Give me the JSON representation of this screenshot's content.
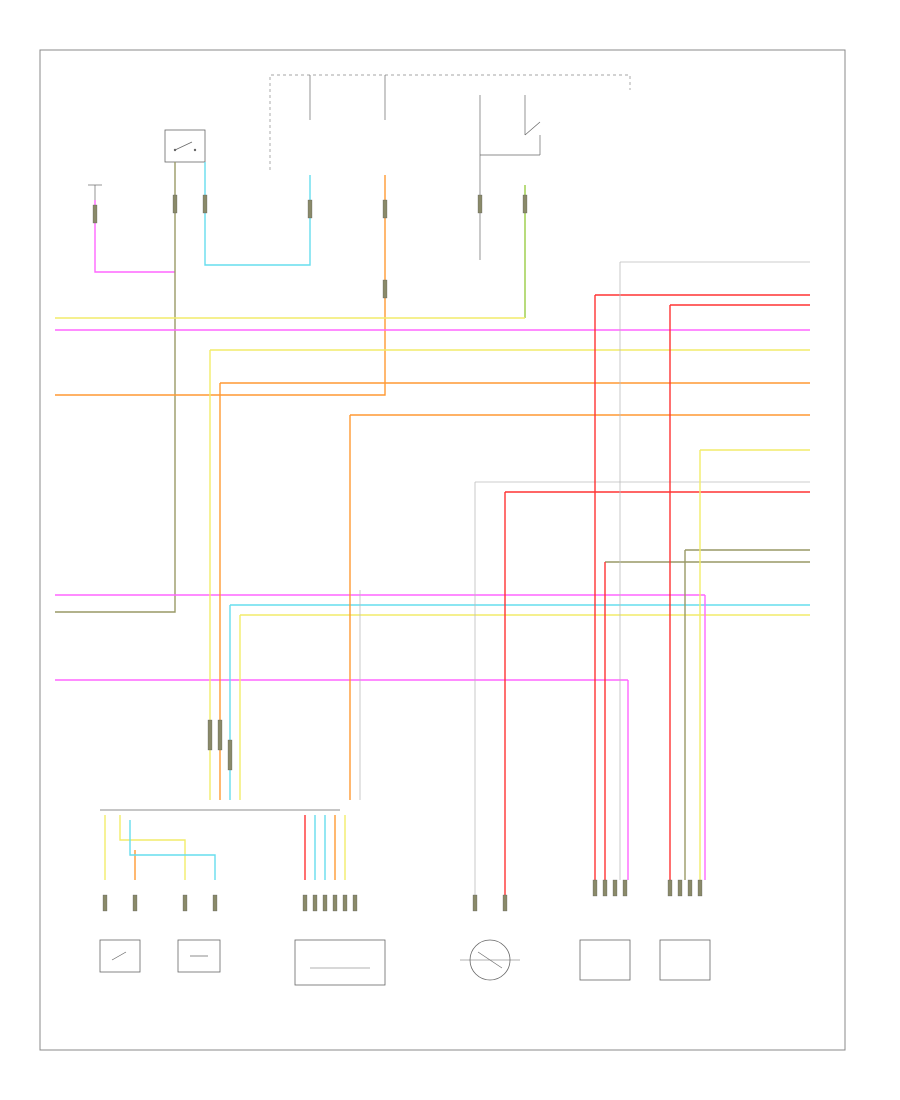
{
  "diagram": {
    "footer_code": "",
    "labels": {
      "hot_at_all_times": "",
      "hot_in_run": "",
      "fuse_a": "",
      "fuse_b": "",
      "fuse_c": "",
      "neutral_switch": "",
      "engine_ground": "",
      "splice_ground": ""
    },
    "components": [
      {
        "id": "gear-sensor",
        "name": "",
        "sub": ""
      },
      {
        "id": "transfer-case-shift-motor",
        "name": "",
        "sub": ""
      },
      {
        "id": "transfer-case-module",
        "name": "",
        "sub": ""
      },
      {
        "id": "transfer-case-speed-sensor",
        "name": "",
        "sub": ""
      },
      {
        "id": "front-hub-lock",
        "name": "",
        "sub": ""
      },
      {
        "id": "rear-hub-lock",
        "name": "",
        "sub": ""
      }
    ],
    "colors": {
      "pink": "#ff66ff",
      "yellow": "#f2ec6a",
      "orange": "#ff9933",
      "red": "#ff3333",
      "lightblue": "#66ddee",
      "green": "#99cc44",
      "olive": "#999966",
      "gray": "#bbbbbb"
    }
  }
}
